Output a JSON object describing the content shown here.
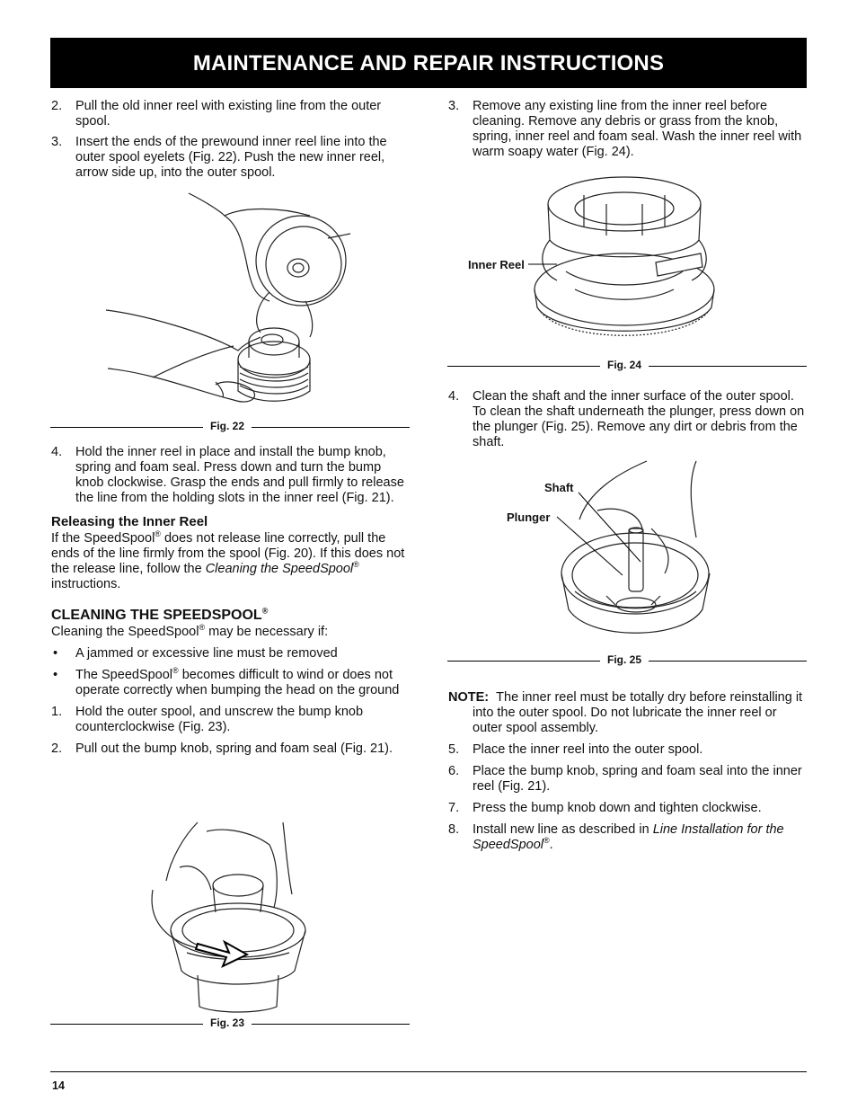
{
  "header": {
    "title": "MAINTENANCE AND REPAIR INSTRUCTIONS"
  },
  "left": {
    "step2": {
      "num": "2.",
      "text": "Pull the old inner reel with existing line from the outer spool."
    },
    "step3": {
      "num": "3.",
      "text": "Insert the ends of the prewound inner reel line into the outer spool eyelets (Fig. 22). Push the new inner reel, arrow side up, into the outer spool."
    },
    "fig22": "Fig. 22",
    "step4": {
      "num": "4.",
      "text": "Hold the inner reel in place and install the bump knob, spring and foam seal. Press down and turn the bump knob clockwise. Grasp the ends and pull firmly to release the line from the holding slots in the inner reel (Fig. 21)."
    },
    "releasing": {
      "heading": "Releasing the Inner Reel",
      "t1": "If the SpeedSpool",
      "reg": "®",
      "t2": " does not release line correctly, pull the ends of the line firmly from the spool (Fig. 20). If this does not the release line, follow the ",
      "italic": "Cleaning the SpeedSpool",
      "t3": " instructions."
    },
    "cleaning": {
      "heading": "CLEANING THE SPEEDSPOOL",
      "reg": "®",
      "intro1": "Cleaning the SpeedSpool",
      "intro2": " may be necessary if:",
      "bullet_char": "•",
      "b1": "A jammed or excessive line must be removed",
      "b2a": "The SpeedSpool",
      "b2b": " becomes difficult to wind or does not operate correctly when bumping the head on the ground"
    },
    "c1": {
      "num": "1.",
      "text": "Hold the outer spool, and unscrew the bump knob counterclockwise (Fig. 23)."
    },
    "c2": {
      "num": "2.",
      "text": "Pull out the bump knob, spring and foam seal (Fig. 21)."
    },
    "fig23": "Fig. 23"
  },
  "right": {
    "step3": {
      "num": "3.",
      "text": "Remove any existing line from the inner reel before cleaning. Remove any debris or grass from the knob, spring, inner reel and foam seal. Wash the inner reel with warm soapy water (Fig. 24)."
    },
    "inner_reel_label": "Inner Reel",
    "fig24": "Fig. 24",
    "step4": {
      "num": "4.",
      "text": "Clean the shaft and the inner surface of the outer spool. To clean the shaft underneath the plunger, press down on the plunger (Fig. 25). Remove any dirt or debris from the shaft."
    },
    "shaft_label": "Shaft",
    "plunger_label": "Plunger",
    "fig25": "Fig. 25",
    "note": {
      "label": "NOTE:",
      "text": "The inner reel must be totally dry before reinstalling it into the outer spool. Do not lubricate the inner reel or outer spool assembly."
    },
    "s5": {
      "num": "5.",
      "text": "Place the inner reel into the outer spool."
    },
    "s6": {
      "num": "6.",
      "text": "Place the bump knob, spring and foam seal into the inner reel (Fig. 21)."
    },
    "s7": {
      "num": "7.",
      "text": "Press the bump knob down and tighten clockwise."
    },
    "s8": {
      "num": "8.",
      "pre": "Install new line as described in ",
      "italic": "Line Installation for the SpeedSpool",
      "reg": "®",
      "post": "."
    }
  },
  "footer": {
    "page": "14"
  }
}
